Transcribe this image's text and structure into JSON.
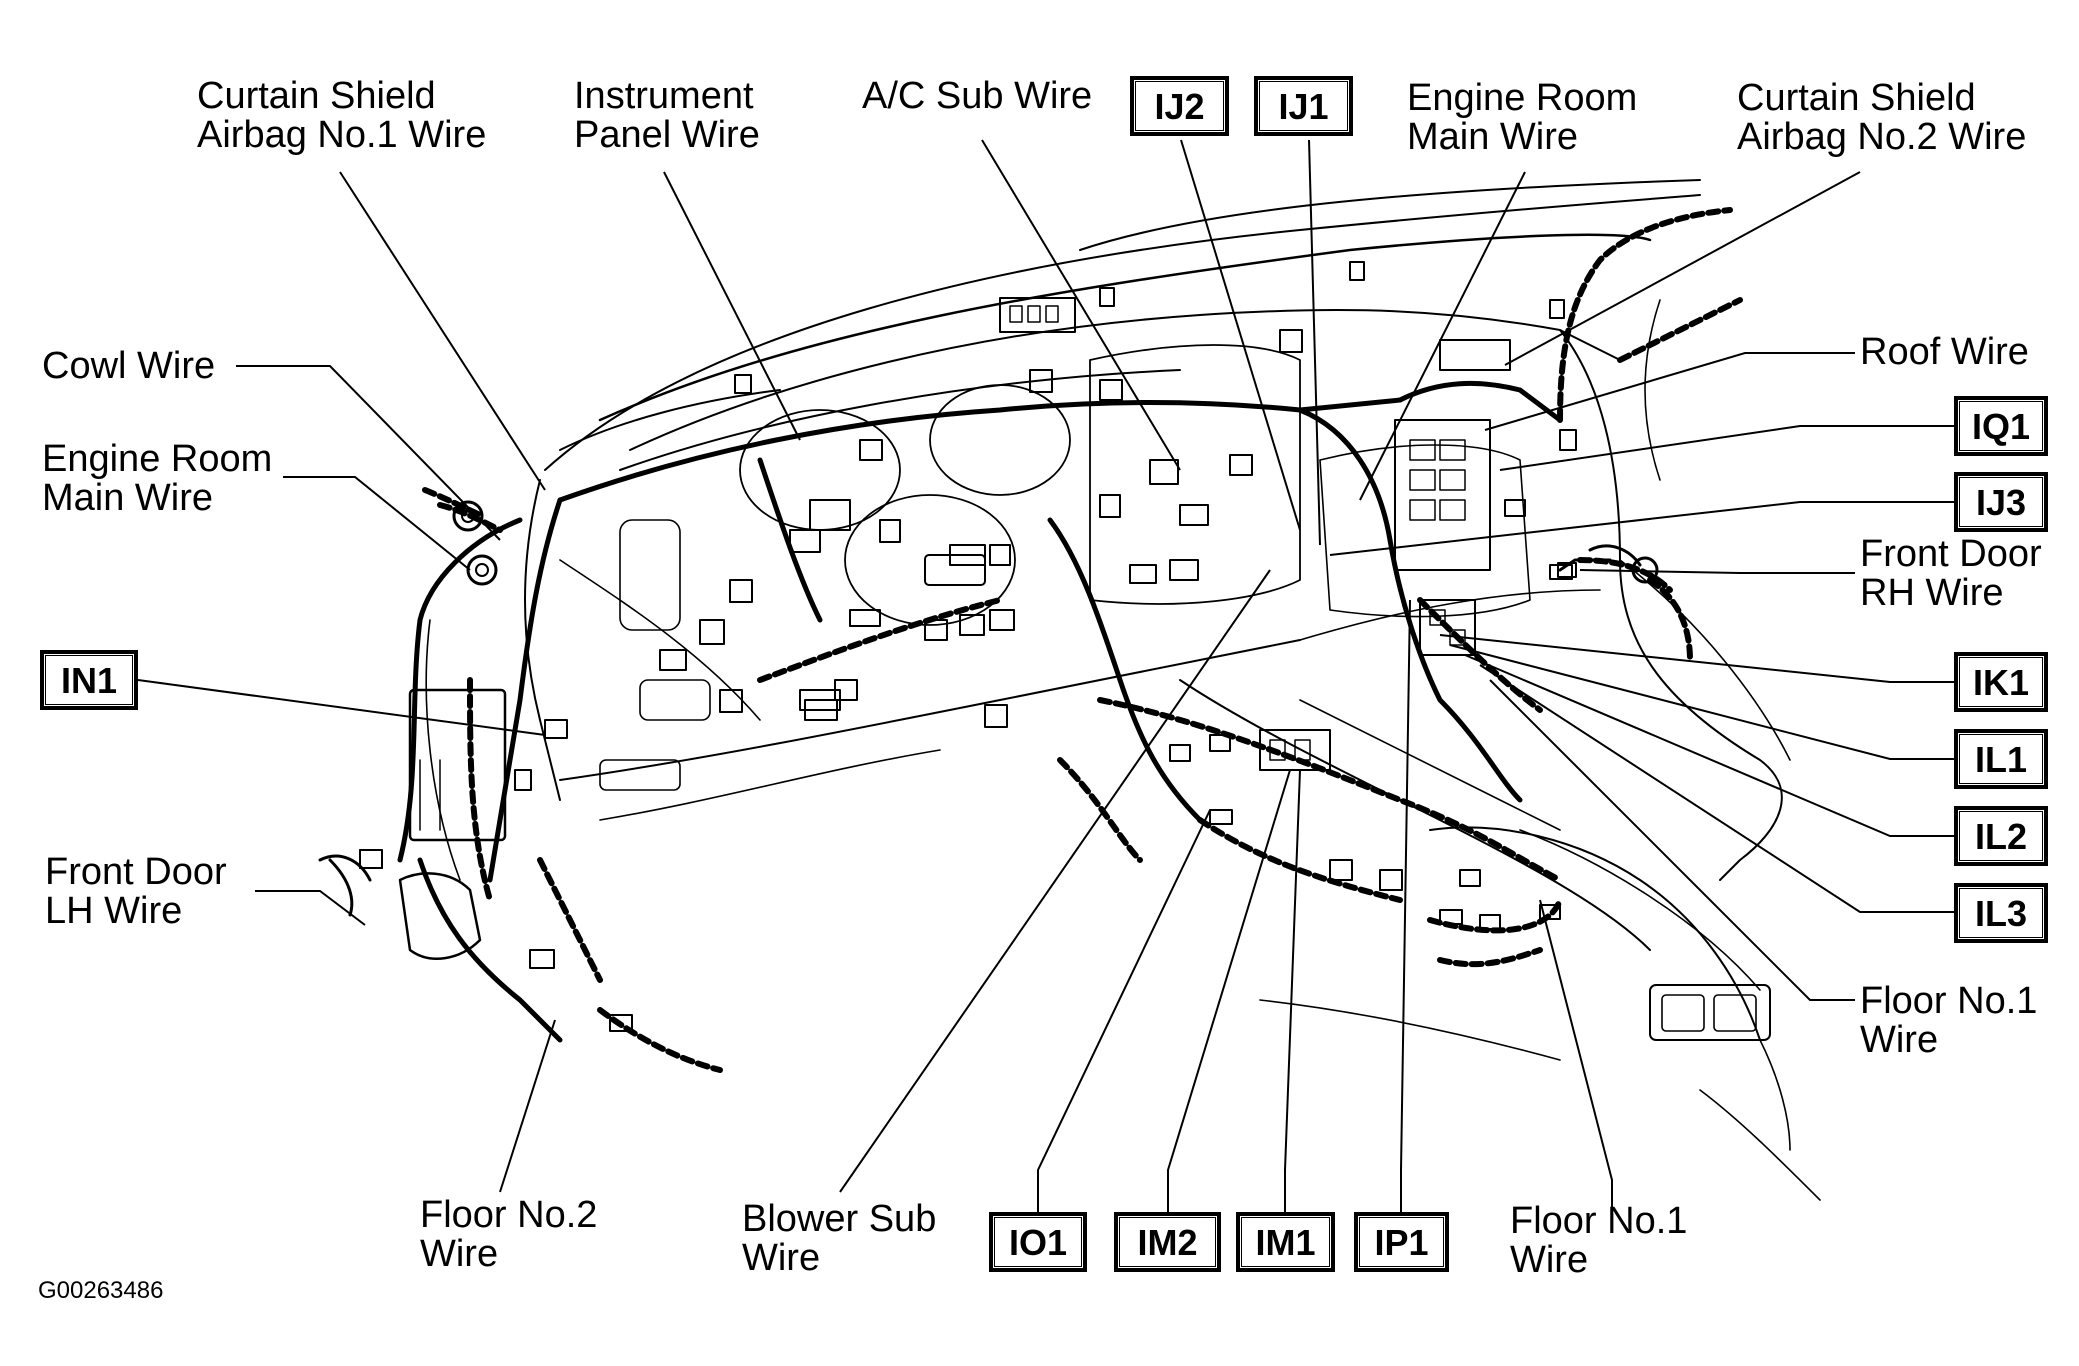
{
  "figure_id": "G00263486",
  "wires": {
    "curtain_shield_1": "Curtain Shield\nAirbag No.1 Wire",
    "instrument_panel": "Instrument\nPanel Wire",
    "ac_sub": "A/C Sub Wire",
    "engine_room_main_top": "Engine Room\nMain Wire",
    "curtain_shield_2": "Curtain Shield\nAirbag No.2 Wire",
    "cowl": "Cowl Wire",
    "engine_room_main_left": "Engine Room\nMain Wire",
    "roof": "Roof Wire",
    "front_door_rh": "Front Door\nRH Wire",
    "front_door_lh": "Front Door\nLH Wire",
    "floor_no1_right": "Floor No.1\nWire",
    "floor_no2": "Floor No.2\nWire",
    "blower_sub": "Blower Sub\nWire",
    "floor_no1_bottom": "Floor No.1\nWire"
  },
  "connectors": {
    "ij2": "IJ2",
    "ij1": "IJ1",
    "iq1": "IQ1",
    "ij3": "IJ3",
    "in1": "IN1",
    "ik1": "IK1",
    "il1": "IL1",
    "il2": "IL2",
    "il3": "IL3",
    "io1": "IO1",
    "im2": "IM2",
    "im1": "IM1",
    "ip1": "IP1"
  }
}
